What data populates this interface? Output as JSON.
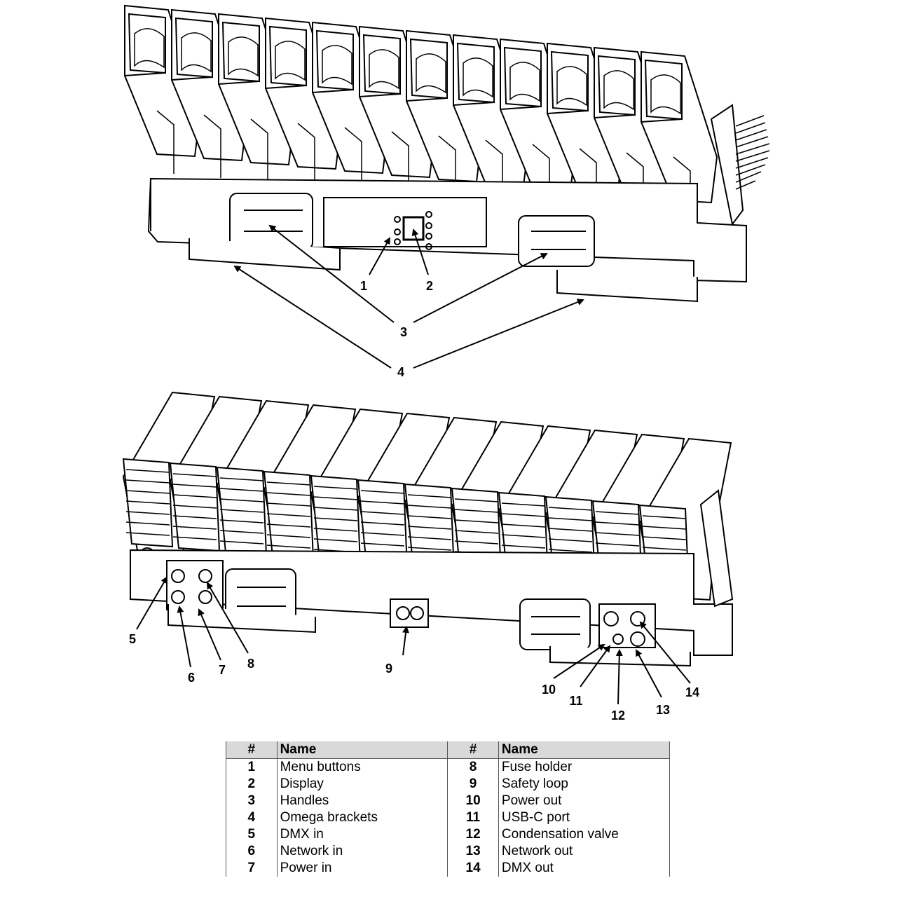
{
  "callouts": [
    "1",
    "2",
    "3",
    "4",
    "5",
    "6",
    "7",
    "8",
    "9",
    "10",
    "11",
    "12",
    "13",
    "14"
  ],
  "table": {
    "header": {
      "num": "#",
      "name": "Name"
    },
    "rows": [
      {
        "n1": "1",
        "name1": "Menu buttons",
        "n2": "8",
        "name2": "Fuse holder"
      },
      {
        "n1": "2",
        "name1": "Display",
        "n2": "9",
        "name2": "Safety loop"
      },
      {
        "n1": "3",
        "name1": "Handles",
        "n2": "10",
        "name2": "Power out"
      },
      {
        "n1": "4",
        "name1": "Omega brackets",
        "n2": "11",
        "name2": "USB-C port"
      },
      {
        "n1": "5",
        "name1": "DMX in",
        "n2": "12",
        "name2": "Condensation valve"
      },
      {
        "n1": "6",
        "name1": "Network in",
        "n2": "13",
        "name2": "Network out"
      },
      {
        "n1": "7",
        "name1": "Power in",
        "n2": "14",
        "name2": "DMX out"
      }
    ]
  }
}
